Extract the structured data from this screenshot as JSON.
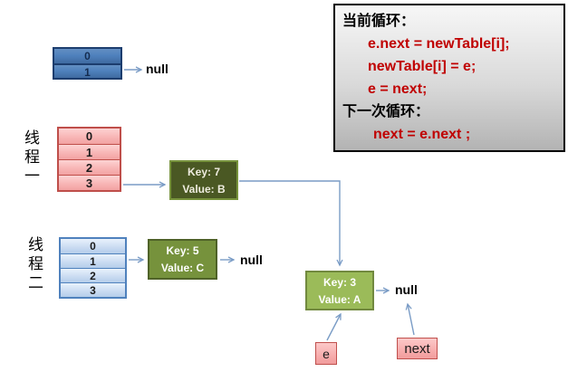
{
  "code_panel": {
    "current_label": "当前循环：",
    "current_lines": [
      "e.next = newTable[i];",
      "newTable[i] = e;",
      "e = next;"
    ],
    "next_label": "下一次循环：",
    "next_lines": [
      "next = e.next ;"
    ]
  },
  "new_table": {
    "cells": [
      "0",
      "1"
    ]
  },
  "thread1": {
    "label": "线程一",
    "cells": [
      "0",
      "1",
      "2",
      "3"
    ]
  },
  "thread2": {
    "label": "线程二",
    "cells": [
      "0",
      "1",
      "2",
      "3"
    ]
  },
  "nodes": {
    "key7": {
      "key": "Key: 7",
      "value": "Value: B"
    },
    "key5": {
      "key": "Key: 5",
      "value": "Value: C"
    },
    "key3": {
      "key": "Key: 3",
      "value": "Value: A"
    }
  },
  "labels": {
    "null_top": "null",
    "null_mid": "null",
    "null_bottom": "null"
  },
  "pointers": {
    "e": "e",
    "next": "next"
  },
  "colors": {
    "arrow": "#7a9cc6",
    "code_red": "#c00000",
    "new_table_fill": "#4f81bd",
    "new_table_border": "#1c3d6e",
    "pink_border": "#c0504d",
    "light_blue_border": "#4f81bd",
    "node_dark_olive": "#4a5823",
    "node_mid_olive": "#76923c",
    "node_light_olive": "#9bbb59"
  }
}
